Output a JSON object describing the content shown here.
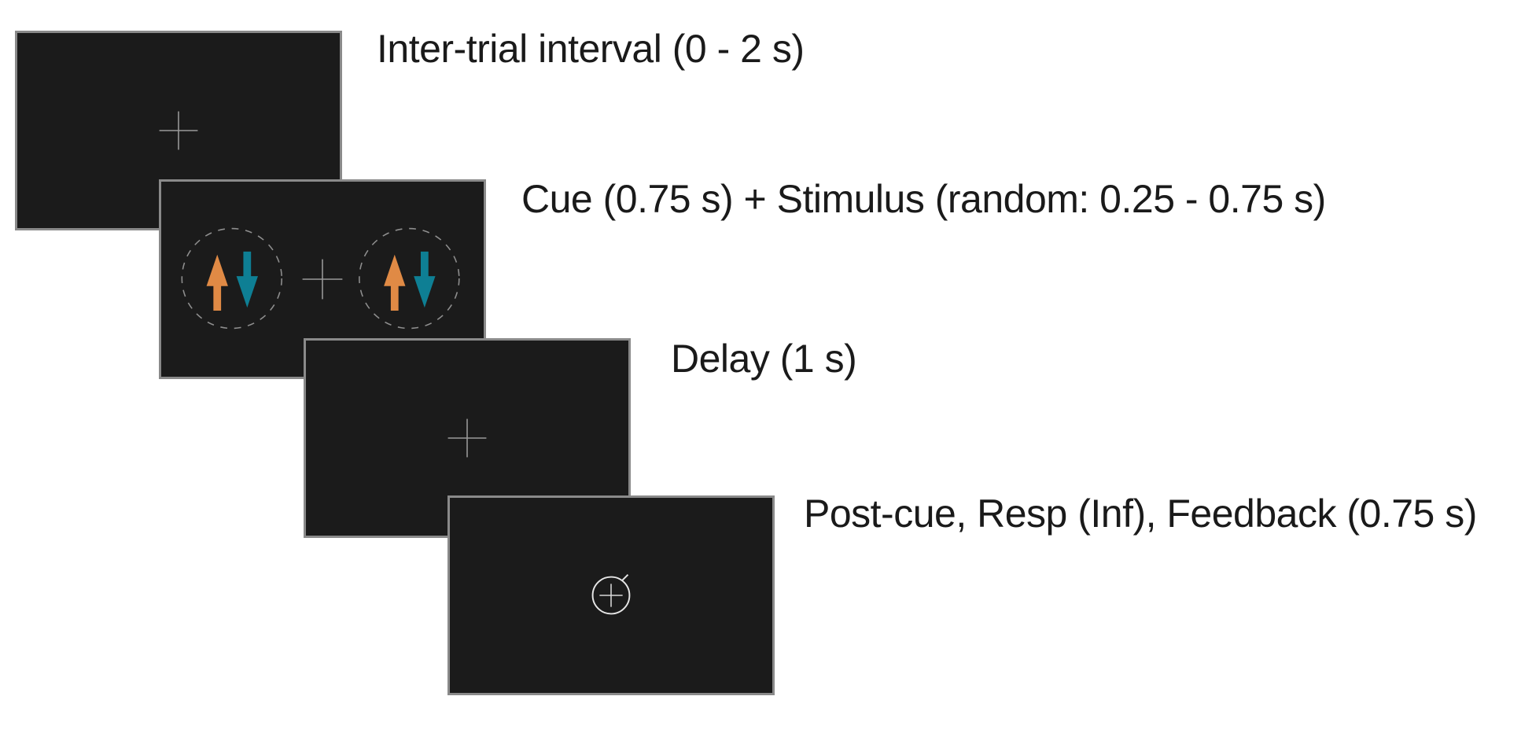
{
  "stages": [
    {
      "label": "Inter-trial interval (0 - 2 s)",
      "display": "fixation-cross"
    },
    {
      "label": "Cue (0.75 s) + Stimulus (random: 0.25 - 0.75 s)",
      "display": "bilateral-arrow-stimuli"
    },
    {
      "label": "Delay (1 s)",
      "display": "fixation-cross"
    },
    {
      "label": "Post-cue, Resp (Inf), Feedback (0.75 s)",
      "display": "response-dial"
    }
  ],
  "colors": {
    "screen_background": "#1b1b1b",
    "screen_border": "#8a8a8a",
    "fixation": "#9a9a9a",
    "aperture_dashes": "#8f8f8f",
    "up_arrow": "#e08a45",
    "down_arrow": "#0e7f94",
    "response_dial": "#e6e6e6",
    "label_text": "#1a1a1a"
  }
}
